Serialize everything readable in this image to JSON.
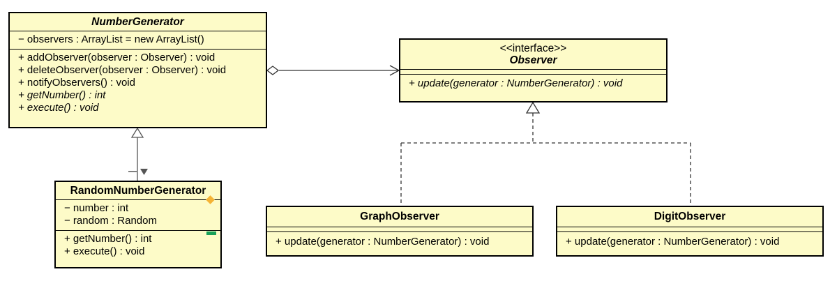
{
  "classes": {
    "number_generator": {
      "name": "NumberGenerator",
      "attributes": [
        "− observers : ArrayList = new ArrayList()"
      ],
      "operations": [
        "+ addObserver(observer : Observer) : void",
        "+ deleteObserver(observer : Observer) : void",
        "+ notifyObservers() : void",
        "+ getNumber() : int",
        "+ execute() : void"
      ]
    },
    "observer": {
      "stereotype": "<<interface>>",
      "name": "Observer",
      "operations": [
        "+ update(generator : NumberGenerator) : void"
      ]
    },
    "random_number_generator": {
      "name": "RandomNumberGenerator",
      "attributes": [
        "− number : int",
        "− random : Random"
      ],
      "operations": [
        "+ getNumber() : int",
        "+ execute() : void"
      ]
    },
    "graph_observer": {
      "name": "GraphObserver",
      "operations": [
        "+ update(generator : NumberGenerator) : void"
      ]
    },
    "digit_observer": {
      "name": "DigitObserver",
      "operations": [
        "+ update(generator : NumberGenerator) : void"
      ]
    }
  },
  "colors": {
    "class_fill": "#fdfbc8",
    "line": "#000000",
    "inheritance_line": "#555555",
    "diamond_marker": "#f5b335",
    "bar_marker": "#18a058"
  }
}
